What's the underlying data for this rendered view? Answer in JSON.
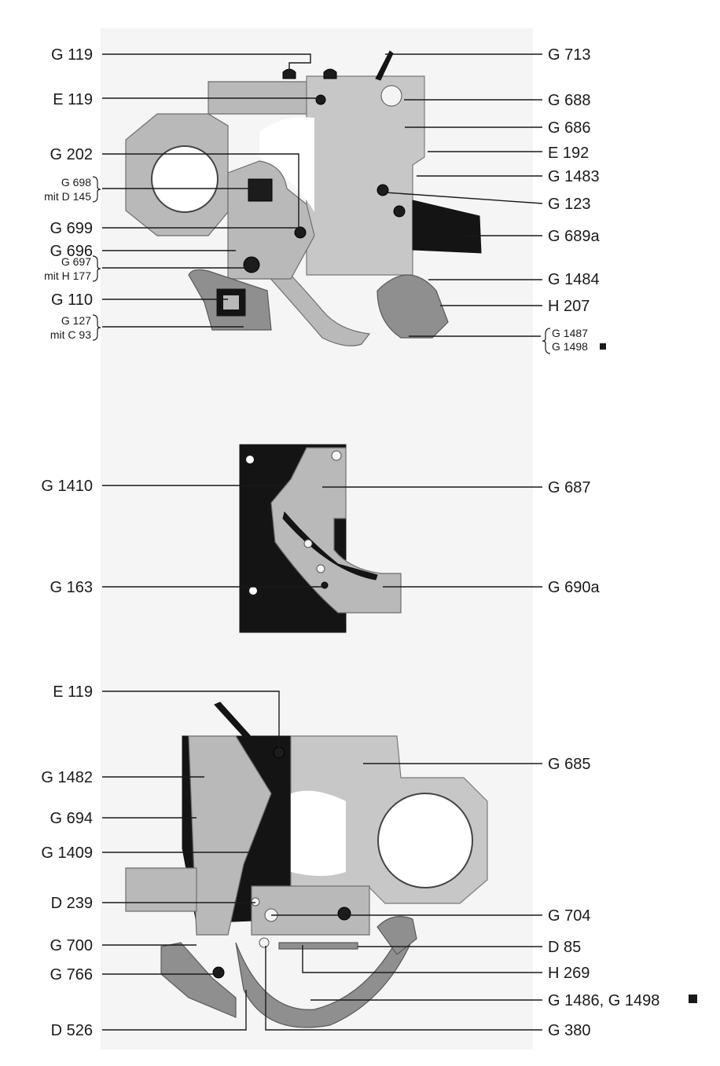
{
  "diagram": {
    "top_left_labels": [
      {
        "id": "G 119",
        "lines": [
          "G 119"
        ]
      },
      {
        "id": "E 119",
        "lines": [
          "E 119"
        ]
      },
      {
        "id": "G 202",
        "lines": [
          "G 202"
        ]
      },
      {
        "id": "G 698 mit D 145",
        "lines": [
          "G 698",
          "mit D 145"
        ]
      },
      {
        "id": "G 699",
        "lines": [
          "G 699"
        ]
      },
      {
        "id": "G 696",
        "lines": [
          "G 696"
        ]
      },
      {
        "id": "G 697 mit H 177",
        "lines": [
          "G 697",
          "mit H 177"
        ]
      },
      {
        "id": "G 110",
        "lines": [
          "G 110"
        ]
      },
      {
        "id": "G 127 mit C 93",
        "lines": [
          "G 127",
          "mit C 93"
        ]
      }
    ],
    "top_right_labels": [
      "G 713",
      "G 688",
      "G 686",
      "E 192",
      "G 1483",
      "G 123",
      "G 689a",
      "G 1484",
      "H 207"
    ],
    "top_right_group": [
      "G 1487",
      "G 1498"
    ],
    "middle_left_labels": [
      "G 1410",
      "G 163"
    ],
    "middle_right_labels": [
      "G 687",
      "G 690a"
    ],
    "bottom_left_labels": [
      "E 119",
      "G 1482",
      "G 694",
      "G 1409",
      "D 239",
      "G 700",
      "G 766",
      "D 526"
    ],
    "bottom_right_labels": [
      "G 685",
      "G 704",
      "D 85",
      "H 269",
      "G 1486, G 1498",
      "G 380"
    ],
    "colors": {
      "ink": "#1a1a1a",
      "metal": "#b9b9b9",
      "dark_part": "#141414",
      "backdrop": "#f5f5f5"
    }
  }
}
